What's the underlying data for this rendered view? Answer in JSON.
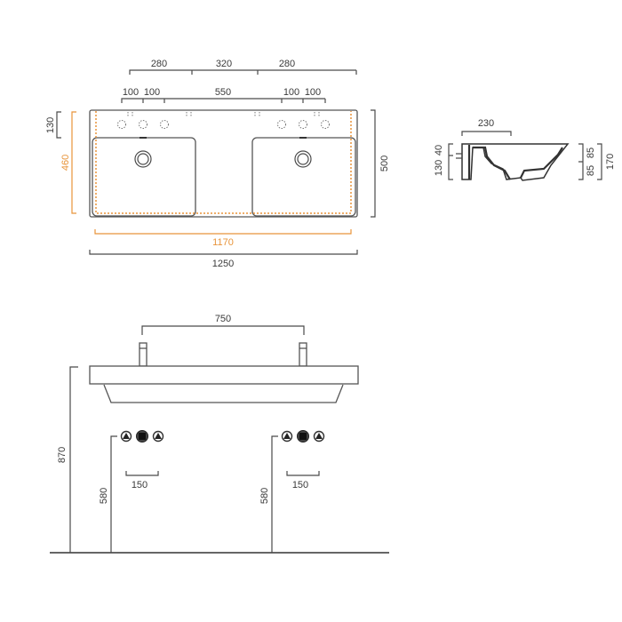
{
  "top_view": {
    "upper_dims": [
      "280",
      "320",
      "280"
    ],
    "lower_dims": [
      "100",
      "100",
      "550",
      "100",
      "100"
    ],
    "left_dim_small": "130",
    "left_dim_orange": "460",
    "right_dim": "500",
    "bottom_dim_orange": "1170",
    "bottom_dim": "1250"
  },
  "side_view": {
    "top_dim": "230",
    "left_dims": [
      "40",
      "130"
    ],
    "right_dims": [
      "85",
      "85"
    ],
    "right_total": "170"
  },
  "front_view": {
    "tap_spacing": "750",
    "height_total": "870",
    "left_valve_height": "580",
    "left_valve_spacing": "150",
    "right_valve_height": "580",
    "right_valve_spacing": "150"
  },
  "colors": {
    "line": "#4a4a4a",
    "accent_orange": "#e8943a"
  }
}
